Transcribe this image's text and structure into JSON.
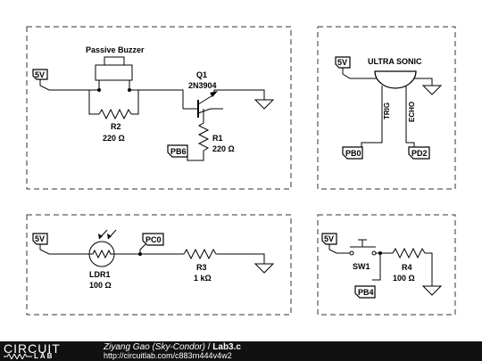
{
  "buzzer_panel": {
    "buzzer_label": "Passive Buzzer",
    "net_5v": "5V",
    "net_pb6": "PB6",
    "q1_ref": "Q1",
    "q1_part": "2N3904",
    "r1_ref": "R1",
    "r1_value": "220 Ω",
    "r2_ref": "R2",
    "r2_value": "220 Ω"
  },
  "ultrasonic_panel": {
    "net_5v": "5V",
    "module_label": "ULTRA SONIC",
    "pin_trig": "TRIG",
    "pin_echo": "ECHO",
    "net_pb0": "PB0",
    "net_pd2": "PD2"
  },
  "ldr_panel": {
    "net_5v": "5V",
    "net_pc0": "PC0",
    "ldr_ref": "LDR1",
    "ldr_value": "100 Ω",
    "r3_ref": "R3",
    "r3_value": "1 kΩ"
  },
  "switch_panel": {
    "net_5v": "5V",
    "sw_ref": "SW1",
    "r4_ref": "R4",
    "r4_value": "100 Ω",
    "net_pb4": "PB4"
  },
  "footer": {
    "logo_top": "CIRCUIT",
    "logo_bottom": "LAB",
    "author": "Ziyang Gao (Sky-Condor)",
    "separator": " / ",
    "title": "Lab3.c",
    "url": "http://circuitlab.com/c883rn444v4w2"
  },
  "colors": {
    "wire": "#000000",
    "panel_border": "#333333",
    "net_label_fill": "#ffffff",
    "footer_bg": "#111111",
    "footer_text": "#ffffff"
  }
}
